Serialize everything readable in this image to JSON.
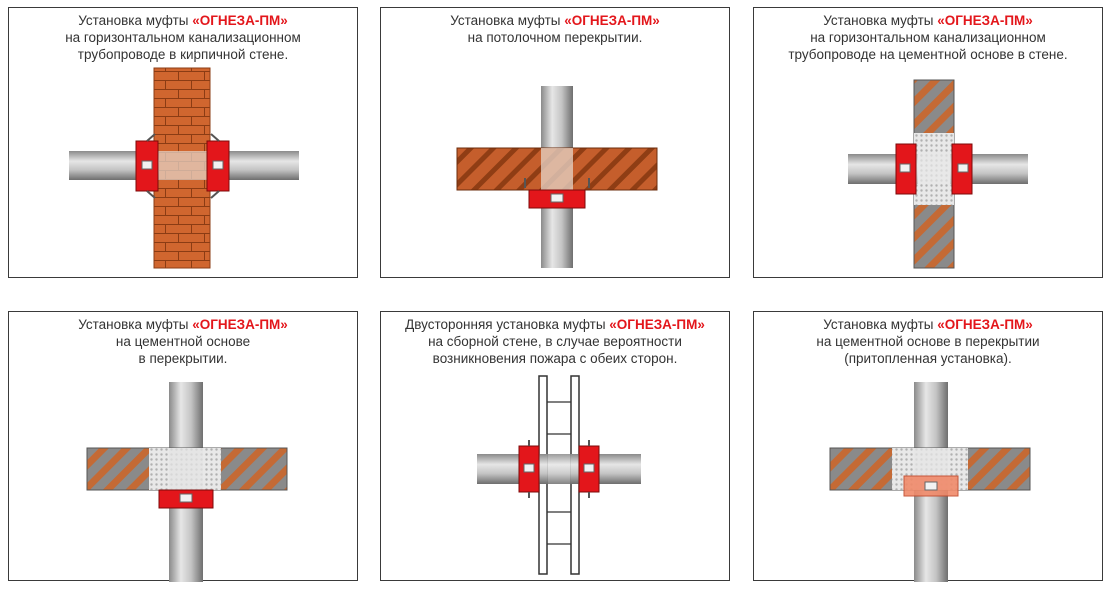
{
  "panels": [
    {
      "prefix": "Установка муфты ",
      "brand": "«ОГНЕЗА-ПМ»",
      "lines": [
        "на горизонтальном канализационном",
        "трубопроводе в кирпичной стене."
      ]
    },
    {
      "prefix": "Установка муфты ",
      "brand": "«ОГНЕЗА-ПМ»",
      "lines": [
        "на потолочном перекрытии."
      ]
    },
    {
      "prefix": "Установка муфты ",
      "brand": "«ОГНЕЗА-ПМ»",
      "lines": [
        "на горизонтальном канализационном",
        "трубопроводе на цементной основе в стене."
      ]
    },
    {
      "prefix": "Установка муфты ",
      "brand": "«ОГНЕЗА-ПМ»",
      "lines": [
        "на цементной основе",
        "в перекрытии."
      ]
    },
    {
      "prefix": "Двусторонняя установка муфты ",
      "brand": "«ОГНЕЗА-ПМ»",
      "lines": [
        "на сборной стене, в случае вероятности",
        "возникновения пожара с обеих сторон."
      ]
    },
    {
      "prefix": "Установка муфты ",
      "brand": "«ОГНЕЗА-ПМ»",
      "lines": [
        "на цементной основе в перекрытии",
        "(притопленная установка)."
      ]
    }
  ],
  "colors": {
    "brand_red": "#e3161b",
    "brick": "#d0662f",
    "concrete_gray": "#808080",
    "pipe": "#b5b5b5",
    "border": "#3a3a3a"
  }
}
